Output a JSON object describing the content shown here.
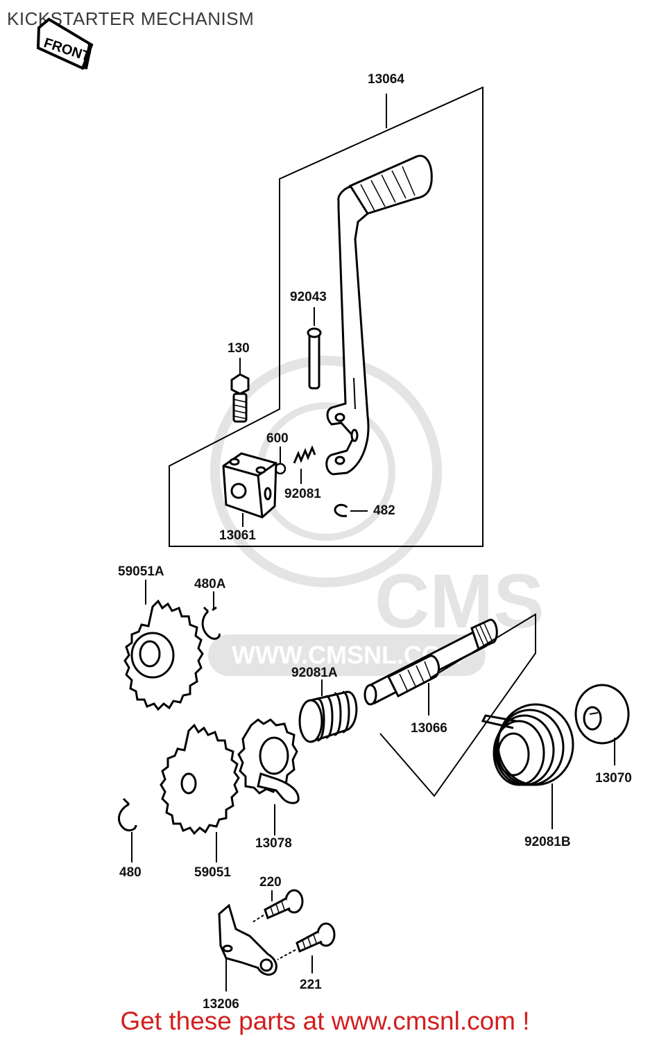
{
  "title": "KICKSTARTER MECHANISM",
  "front_badge": "FRONT",
  "watermark": {
    "brand": "CMS",
    "url": "WWW.CMSNL.COM"
  },
  "parts": {
    "p13064": "13064",
    "p92043": "92043",
    "p130": "130",
    "p600": "600",
    "p92081": "92081",
    "p482": "482",
    "p13061": "13061",
    "p59051A": "59051A",
    "p480A": "480A",
    "p92081A": "92081A",
    "p13066": "13066",
    "p13070": "13070",
    "p13078": "13078",
    "p92081B": "92081B",
    "p480": "480",
    "p59051": "59051",
    "p220": "220",
    "p221": "221",
    "p13206": "13206"
  },
  "footer": "Get these parts at www.cmsnl.com !"
}
